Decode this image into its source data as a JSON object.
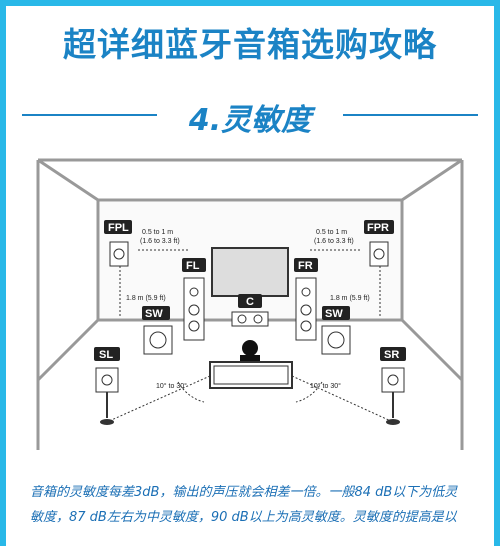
{
  "header": {
    "title": "超详细蓝牙音箱选购攻略"
  },
  "section": {
    "title": "4.灵敏度"
  },
  "diagram": {
    "speakers": [
      "FPL",
      "FPR",
      "FL",
      "FR",
      "C",
      "SW",
      "SW",
      "SL",
      "SR"
    ],
    "dist_left_1": "0.5 to 1 m",
    "dist_left_2": "(1.6 to 3.3 ft)",
    "dist_right_1": "0.5 to 1 m",
    "dist_right_2": "(1.6 to 3.3 ft)",
    "height_left": "1.8 m (5.9 ft)",
    "height_right": "1.8 m (5.9 ft)",
    "angle_left": "10° to 30°",
    "angle_right": "10° to 30°"
  },
  "body": {
    "line1": "音箱的灵敏度每差3dB，输出的声压就会相差一倍。一般84 dB以下为低灵",
    "line2": "敏度，87 dB左右为中灵敏度，90 dB以上为高灵敏度。灵敏度的提高是以"
  }
}
